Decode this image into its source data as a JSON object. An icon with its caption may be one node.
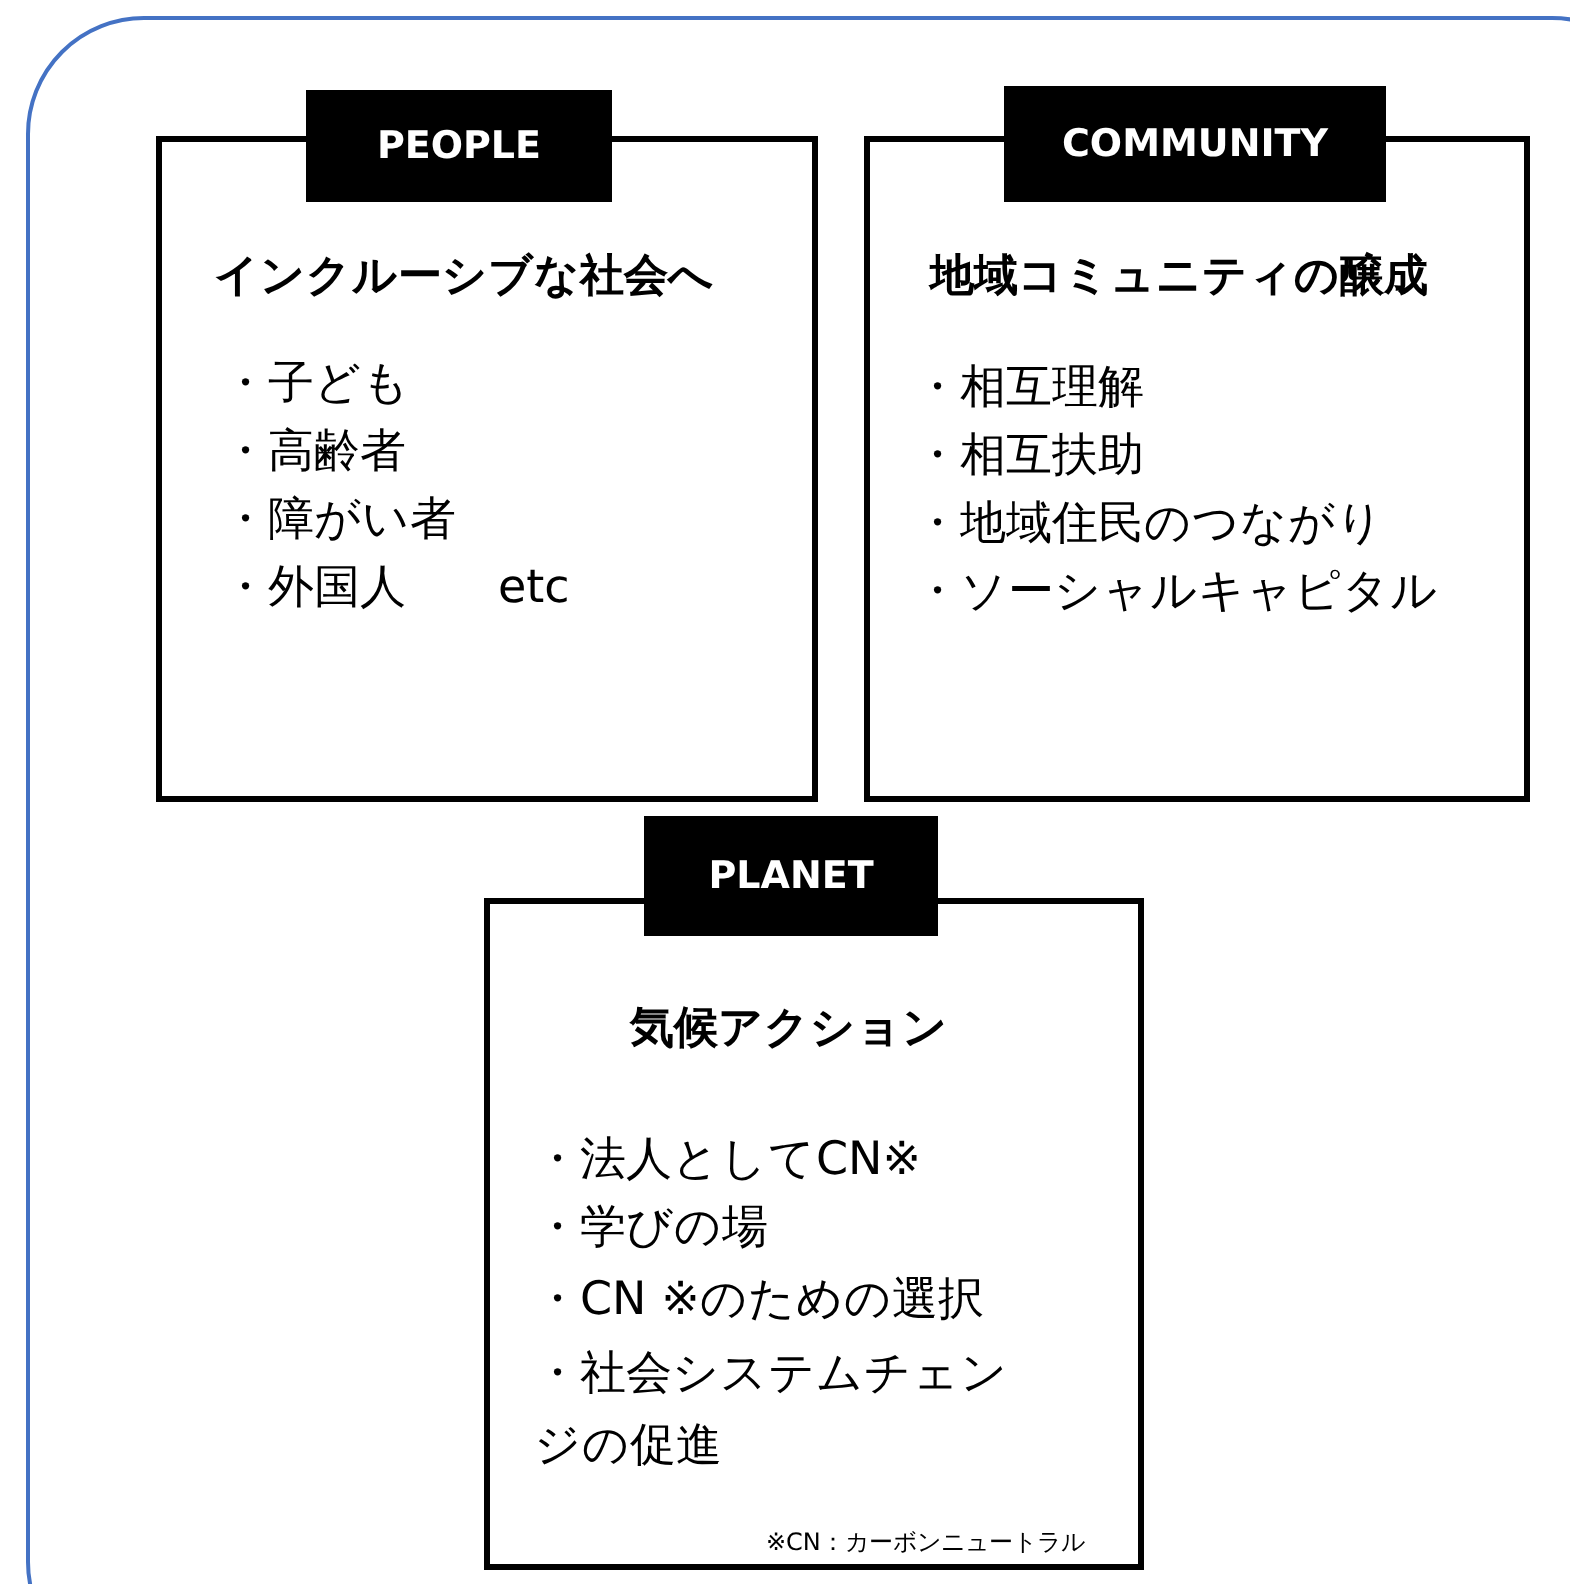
{
  "diagram": {
    "nodes": [
      {
        "text": [
          "PEOPLE",
          "インクルーシブな社会へ",
          "・子ども",
          "・高齢者",
          "・障がい者",
          "・外国人　　etc"
        ]
      },
      {
        "text": [
          "COMMUNITY",
          "地域コミュニティの醸成",
          "・相互理解",
          "・相互扶助",
          "・地域住民のつながり",
          "・ソーシャルキャピタル"
        ]
      },
      {
        "text": [
          "PLANET",
          "気候アクション",
          "・法人としてCN※",
          "・学びの場",
          "・CN ※のための選択",
          "・社会システムチェンジの促進",
          "※CN：カーボンニュートラル"
        ]
      }
    ]
  }
}
